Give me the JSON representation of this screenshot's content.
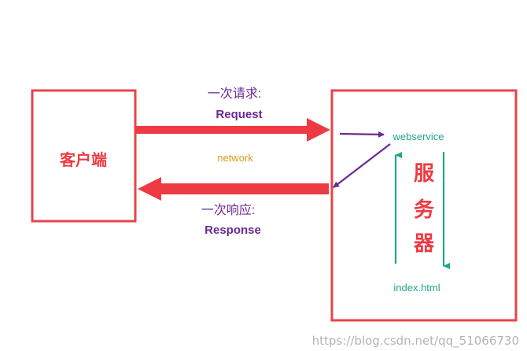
{
  "client": {
    "label": "客户端"
  },
  "request": {
    "caption": "一次请求:",
    "label": "Request"
  },
  "network": {
    "label": "network"
  },
  "response": {
    "caption": "一次响应:",
    "label": "Response"
  },
  "server": {
    "label_chars": [
      "服",
      "务",
      "器"
    ],
    "webservice_label": "webservice",
    "index_label": "index.html"
  },
  "colors": {
    "box": "#e9434b",
    "arrow": "#ee3a43",
    "purple": "#6a2a93",
    "teal": "#22a58b",
    "network": "#d99a17",
    "client_text": "#ee3a43"
  },
  "watermark": "https://blog.csdn.net/qq_51066730"
}
